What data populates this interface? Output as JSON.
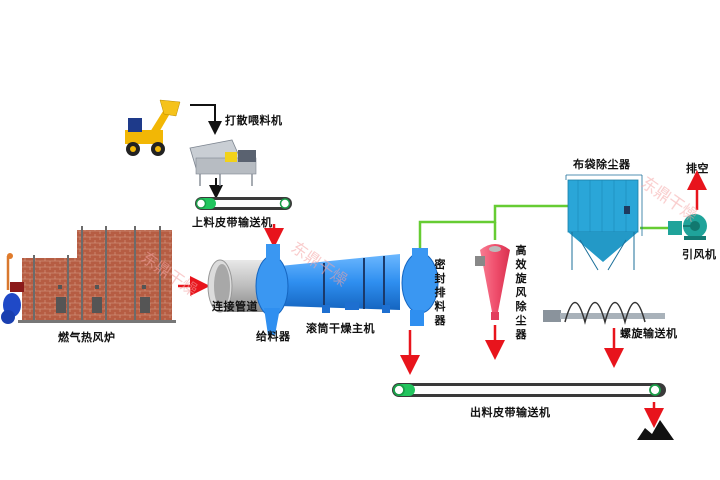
{
  "labels": {
    "feeder_breaker": "打散喂料机",
    "upper_belt": "上料皮带输送机",
    "hot_air_furnace": "燃气热风炉",
    "connecting_pipe": "连接管道",
    "feeder": "给料器",
    "dryer_main": "滚筒干燥主机",
    "sealed_discharger": "密封排料器",
    "cyclone": "高效旋风除尘器",
    "bag_filter": "布袋除尘器",
    "exhaust": "排空",
    "induced_fan": "引风机",
    "screw_conveyor": "螺旋输送机",
    "discharge_belt": "出料皮带输送机"
  },
  "watermark": "东鼎干燥",
  "colors": {
    "flow_arrow": "#e8141c",
    "gas_pipe": "#66cc33",
    "dryer_blue": "#2f8ff0",
    "cyclone_red": "#f0506e",
    "filter_blue": "#2aa6d8",
    "fan_teal": "#1fa39a",
    "brick": "#b85a40",
    "belt_green": "#22c55e"
  }
}
